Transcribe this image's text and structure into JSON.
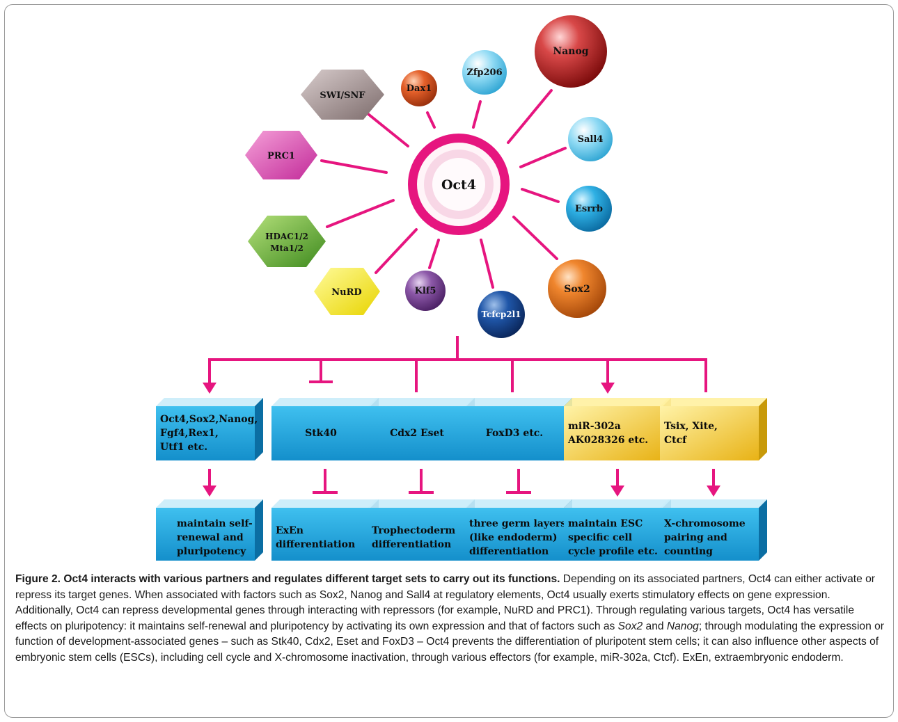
{
  "center": {
    "label": "Oct4"
  },
  "partners": {
    "swisnf": "SWI/SNF",
    "dax1": "Dax1",
    "zfp206": "Zfp206",
    "nanog": "Nanog",
    "sall4": "Sall4",
    "esrrb": "Esrrb",
    "sox2": "Sox2",
    "prc1": "PRC1",
    "hdac_line1": "HDAC1/2",
    "hdac_line2": "Mta1/2",
    "nurd": "NuRD",
    "klf5": "Klf5",
    "tcfcp2l1": "Tcfcp2l1"
  },
  "targets": [
    {
      "lines": [
        "Oct4,Sox2,Nanog,",
        "Fgf4,Rex1,",
        "Utf1 etc."
      ],
      "regulation": "activate"
    },
    {
      "lines": [
        "Stk40"
      ],
      "regulation": "repress"
    },
    {
      "lines": [
        "Cdx2 Eset"
      ],
      "regulation": "repress"
    },
    {
      "lines": [
        "FoxD3 etc."
      ],
      "regulation": "repress"
    },
    {
      "lines": [
        "miR-302a",
        "AK028326 etc."
      ],
      "regulation": "activate"
    },
    {
      "lines": [
        "Tsix, Xite,",
        "Ctcf"
      ],
      "regulation": "none"
    }
  ],
  "outcomes": [
    {
      "lines": [
        "maintain self-",
        "renewal and",
        "pluripotency"
      ],
      "regulation": "activate"
    },
    {
      "lines": [
        "ExEn",
        "differentiation"
      ],
      "regulation": "repress"
    },
    {
      "lines": [
        "Trophectoderm",
        "differentiation"
      ],
      "regulation": "repress"
    },
    {
      "lines": [
        "three germ layers",
        "(like endoderm)",
        "differentiation"
      ],
      "regulation": "repress"
    },
    {
      "lines": [
        "maintain ESC",
        "specific cell",
        "cycle profile etc."
      ],
      "regulation": "activate"
    },
    {
      "lines": [
        "X-chromosome",
        "pairing and",
        "counting"
      ],
      "regulation": "activate"
    }
  ],
  "caption": {
    "title": "Figure 2. Oct4 interacts with various partners and regulates different target sets to carry out its functions.",
    "p1": " Depending on its associated partners, Oct4 can either activate or repress its target genes. When associated with factors such as Sox2, Nanog and Sall4 at regulatory elements, Oct4 usually exerts stimulatory effects on gene expression. Additionally, Oct4 can repress developmental genes through interacting with repressors (for example, NuRD and PRC1). Through regulating various targets, Oct4 has versatile effects on pluripotency: it maintains self-renewal and pluripotency by activating its own expression and that of factors such as ",
    "em1": "Sox2",
    "p2": " and ",
    "em2": "Nanog",
    "p3": "; through modulating the expression or function of development-associated genes – such as Stk40, Cdx2, Eset and FoxD3 – Oct4 prevents the differentiation of pluripotent stem cells; it can also influence other aspects of embryonic stem cells (ESCs), including cell cycle and X-chromosome inactivation, through various effectors (for example, miR-302a, Ctcf). ExEn, extraembryonic endoderm."
  },
  "colors": {
    "magenta": "#e6157f",
    "box_blue": "#1ea6e0",
    "box_gold": "#f2c51d"
  }
}
